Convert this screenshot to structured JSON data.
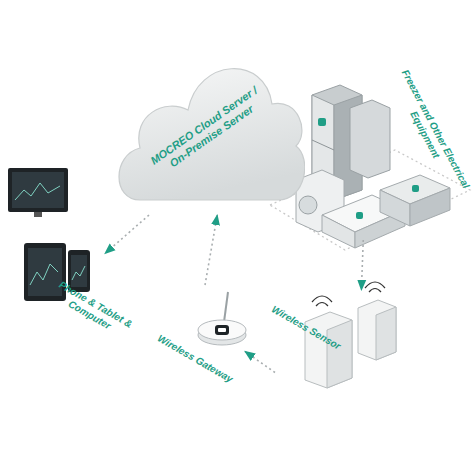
{
  "diagram": {
    "nodes": [
      {
        "text": [
          "MOCREO Cloud Server / On-Premise Server"
        ]
      },
      {
        "text": [
          "Phone & Tablet & Computer"
        ]
      },
      {
        "text": [
          "Wireless Gateway"
        ]
      },
      {
        "text": [
          "Wireless Sensor"
        ]
      },
      {
        "text": [
          "Freezer and Other Electrical Equipment"
        ]
      }
    ],
    "edges": [
      {
        "from": 0,
        "to": 1,
        "arrow": "to"
      },
      {
        "from": 2,
        "to": 0,
        "arrow": "to"
      },
      {
        "from": 3,
        "to": 2,
        "arrow": "to"
      },
      {
        "from": 4,
        "to": 3,
        "arrow": "to"
      }
    ]
  }
}
